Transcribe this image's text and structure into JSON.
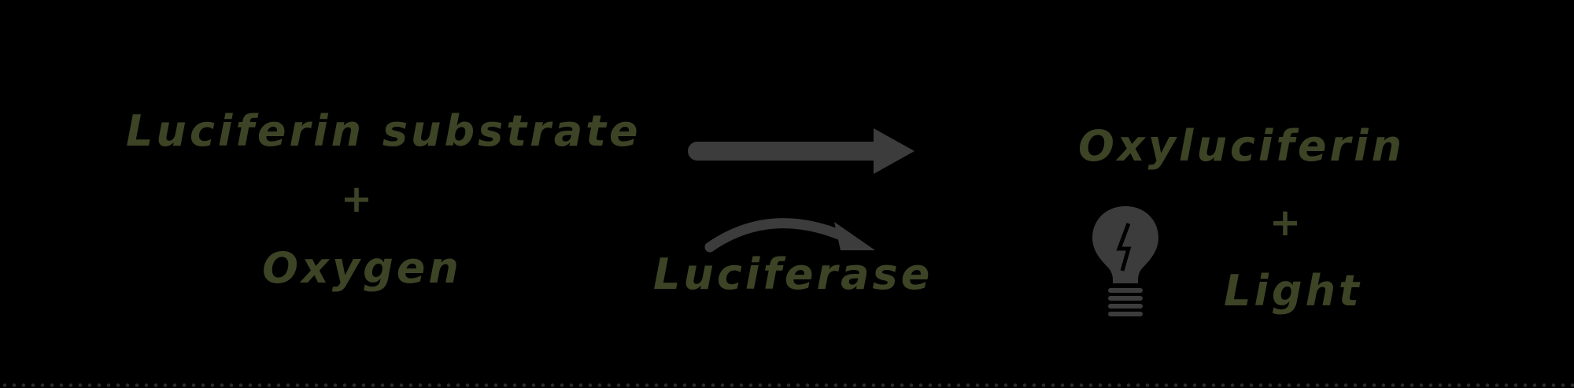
{
  "reaction": {
    "reactants": {
      "substrate": "Luciferin substrate",
      "plus": "+",
      "oxygen": "Oxygen"
    },
    "enzyme": "Luciferase",
    "products": {
      "product": "Oxyluciferin",
      "plus": "+",
      "light": "Light"
    }
  },
  "icons": {
    "reaction_arrow": "arrow-right-icon",
    "catalysis_arrow": "curved-arrow-icon",
    "light": "light-bulb-icon"
  },
  "colors": {
    "background": "#000000",
    "text": "#3d4426",
    "shape": "#3c3c3c"
  }
}
